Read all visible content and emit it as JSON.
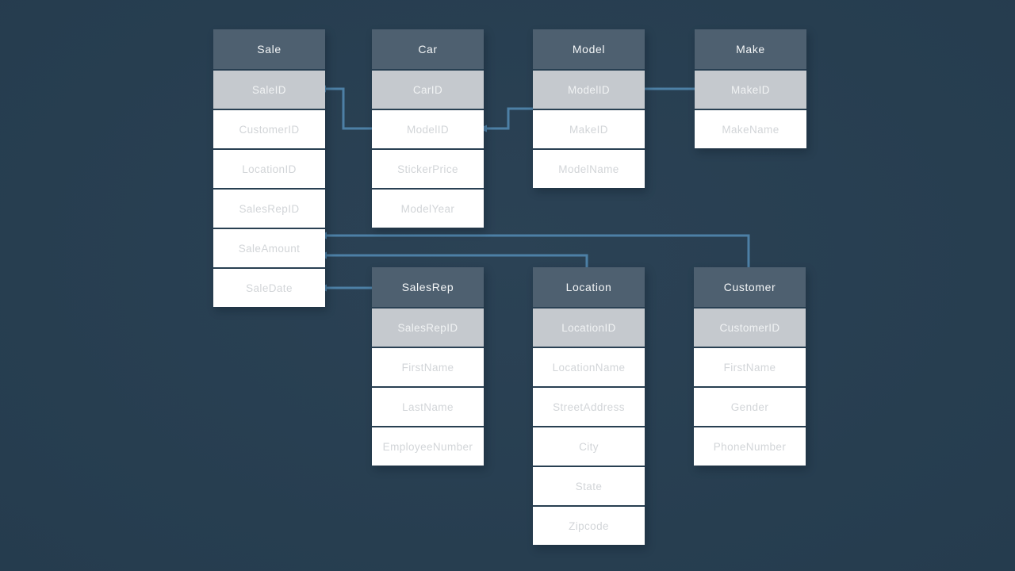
{
  "diagram": {
    "type": "entity-relationship-schema",
    "tables": [
      {
        "id": "sale",
        "name": "Sale",
        "fields": [
          {
            "name": "SaleID",
            "key": true
          },
          {
            "name": "CustomerID",
            "key": false
          },
          {
            "name": "LocationID",
            "key": false
          },
          {
            "name": "SalesRepID",
            "key": false
          },
          {
            "name": "SaleAmount",
            "key": false
          },
          {
            "name": "SaleDate",
            "key": false
          }
        ]
      },
      {
        "id": "car",
        "name": "Car",
        "fields": [
          {
            "name": "CarID",
            "key": true
          },
          {
            "name": "ModelID",
            "key": false
          },
          {
            "name": "StickerPrice",
            "key": false
          },
          {
            "name": "ModelYear",
            "key": false
          }
        ]
      },
      {
        "id": "model",
        "name": "Model",
        "fields": [
          {
            "name": "ModelID",
            "key": true
          },
          {
            "name": "MakeID",
            "key": false
          },
          {
            "name": "ModelName",
            "key": false
          }
        ]
      },
      {
        "id": "make",
        "name": "Make",
        "fields": [
          {
            "name": "MakeID",
            "key": true
          },
          {
            "name": "MakeName",
            "key": false
          }
        ]
      },
      {
        "id": "salesrep",
        "name": "SalesRep",
        "fields": [
          {
            "name": "SalesRepID",
            "key": true
          },
          {
            "name": "FirstName",
            "key": false
          },
          {
            "name": "LastName",
            "key": false
          },
          {
            "name": "EmployeeNumber",
            "key": false
          }
        ]
      },
      {
        "id": "location",
        "name": "Location",
        "fields": [
          {
            "name": "LocationID",
            "key": true
          },
          {
            "name": "LocationName",
            "key": false
          },
          {
            "name": "StreetAddress",
            "key": false
          },
          {
            "name": "City",
            "key": false
          },
          {
            "name": "State",
            "key": false
          },
          {
            "name": "Zipcode",
            "key": false
          }
        ]
      },
      {
        "id": "customer",
        "name": "Customer",
        "fields": [
          {
            "name": "CustomerID",
            "key": true
          },
          {
            "name": "FirstName",
            "key": false
          },
          {
            "name": "Gender",
            "key": false
          },
          {
            "name": "PhoneNumber",
            "key": false
          }
        ]
      }
    ],
    "relationships": [
      {
        "from": "Sale.SaleID",
        "to": "Car.ModelID"
      },
      {
        "from": "Car.ModelID",
        "to": "Model.ModelID"
      },
      {
        "from": "Model.ModelID",
        "to": "Make.MakeID"
      },
      {
        "from": "Sale.SaleAmount",
        "to": "Customer"
      },
      {
        "from": "Sale.SaleAmount",
        "to": "Location"
      },
      {
        "from": "Sale.SaleDate",
        "to": "SalesRep"
      }
    ],
    "colors": {
      "background": "#2b4255",
      "backgroundEdge": "#253c4e",
      "tableHeader": "#4e6070",
      "headerText": "#f4f6f7",
      "keyRow": "#c5c9ce",
      "keyRowText": "#f1f3f4",
      "row": "#ffffff",
      "rowText": "#d2d5d8",
      "connector": "#4d80a6"
    }
  }
}
